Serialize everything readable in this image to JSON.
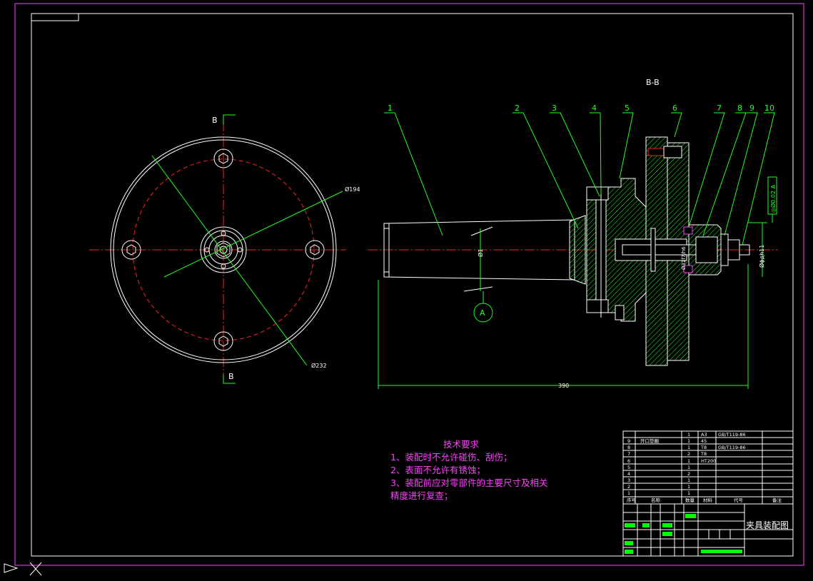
{
  "section": {
    "marker": "B",
    "view_title": "B-B",
    "detail": "A"
  },
  "dims": {
    "d_outer": "Ø232",
    "d_pitch": "Ø194",
    "length": "390",
    "left_dia": "Ø1",
    "right_dia": "Øϕдh11",
    "small_dia": "Ø32f7/h6",
    "tol_frame": "◎Ø0.02 A"
  },
  "balloons": [
    "1",
    "2",
    "3",
    "4",
    "5",
    "6",
    "7",
    "8",
    "9",
    "10"
  ],
  "requirements": {
    "title": "技术要求",
    "items": [
      "1、装配时不允许碰伤、刮伤；",
      "2、表面不允许有锈蚀；",
      "3、装配前应对零部件的主要尺寸及相关",
      "精度进行复查；"
    ]
  },
  "bom": {
    "rows": [
      {
        "no": "",
        "name": "",
        "qty": "1",
        "mat": "A3",
        "code": "GB/T119-86"
      },
      {
        "no": "9",
        "name": "开口垫圈",
        "qty": "1",
        "mat": "45",
        "code": ""
      },
      {
        "no": "8",
        "name": "",
        "qty": "1",
        "mat": "T8",
        "code": "GB/T119-86"
      },
      {
        "no": "7",
        "name": "",
        "qty": "2",
        "mat": "T8",
        "code": ""
      },
      {
        "no": "6",
        "name": "",
        "qty": "1",
        "mat": "HT200",
        "code": ""
      },
      {
        "no": "5",
        "name": "",
        "qty": "1",
        "mat": "",
        "code": ""
      },
      {
        "no": "4",
        "name": "",
        "qty": "2",
        "mat": "",
        "code": ""
      },
      {
        "no": "3",
        "name": "",
        "qty": "1",
        "mat": "",
        "code": ""
      },
      {
        "no": "2",
        "name": "",
        "qty": "1",
        "mat": "",
        "code": ""
      },
      {
        "no": "1",
        "name": "",
        "qty": "1",
        "mat": "",
        "code": ""
      }
    ],
    "header": {
      "no": "序号",
      "name": "名称",
      "qty": "数量",
      "mat": "材料",
      "code": "代号",
      "note": "备注"
    }
  },
  "title_block": {
    "drawing_name": "夹具装配图"
  },
  "colors": {
    "frame": "#ff40ff",
    "line": "#ffffff",
    "center": "#ff2020",
    "leader": "#20ff20",
    "hatch": "#20ff20",
    "accent": "#00ff00"
  }
}
